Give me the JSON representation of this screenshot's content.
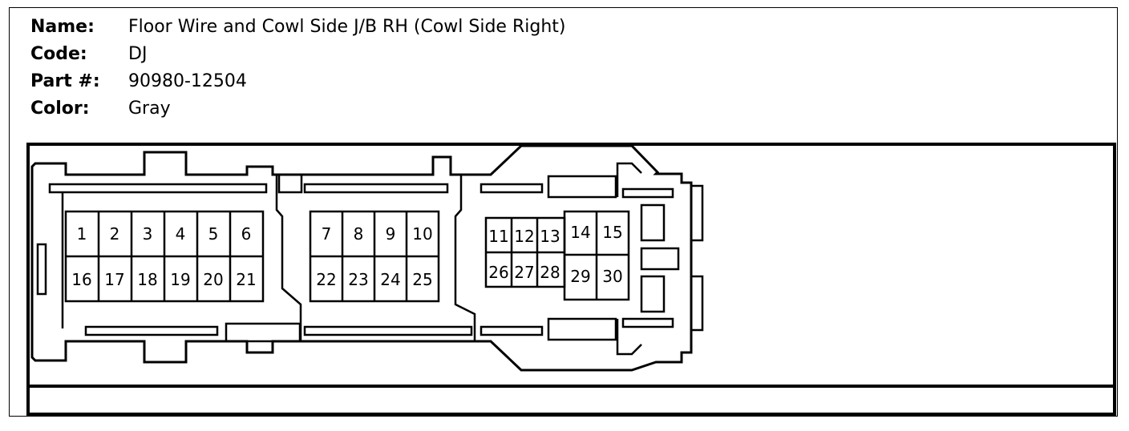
{
  "fields": [
    {
      "label": "Name:",
      "value": "Floor Wire and Cowl Side J/B RH (Cowl Side Right)"
    },
    {
      "label": "Code:",
      "value": "DJ"
    },
    {
      "label": "Part #:",
      "value": "90980-12504"
    },
    {
      "label": "Color:",
      "value": "Gray"
    }
  ],
  "pins": {
    "p1": "1",
    "p2": "2",
    "p3": "3",
    "p4": "4",
    "p5": "5",
    "p6": "6",
    "p7": "7",
    "p8": "8",
    "p9": "9",
    "p10": "10",
    "p11": "11",
    "p12": "12",
    "p13": "13",
    "p14": "14",
    "p15": "15",
    "p16": "16",
    "p17": "17",
    "p18": "18",
    "p19": "19",
    "p20": "20",
    "p21": "21",
    "p22": "22",
    "p23": "23",
    "p24": "24",
    "p25": "25",
    "p26": "26",
    "p27": "27",
    "p28": "28",
    "p29": "29",
    "p30": "30"
  }
}
